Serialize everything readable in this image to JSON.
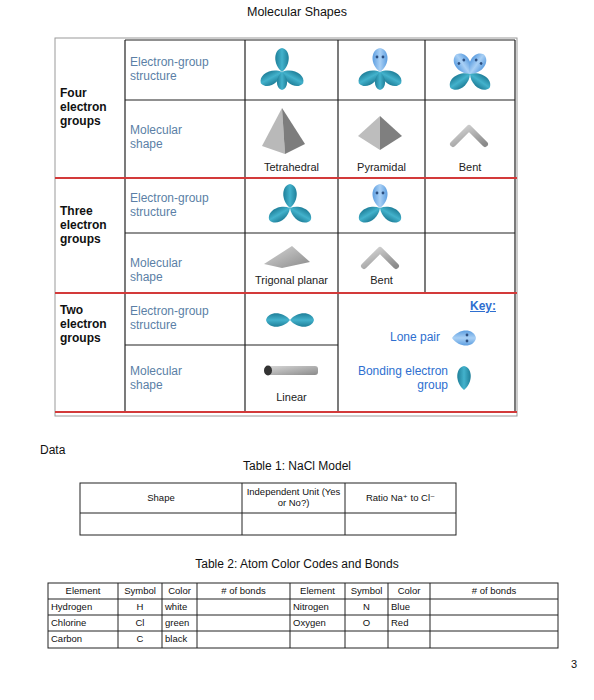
{
  "diagram": {
    "title": "Molecular Shapes",
    "labels": [
      "Four electron groups",
      "Electron-group structure",
      "Molecular shape",
      "Tetrahedral",
      "Pyramidal",
      "Bent",
      "Three electron groups",
      "Electron-group structure",
      "Molecular shape",
      "Trigonal planar",
      "Bent",
      "Two electron groups",
      "Electron-group structure",
      "Molecular shape",
      "Linear",
      "Key:",
      "Data",
      "Table 1: NaCl Model",
      "Shape",
      "Independent Unit (Yes or No?)",
      "Ratio Na⁺ to Cl⁻",
      "Table 2: Atom Color Codes and Bonds",
      "Element",
      "Symbol",
      "Color",
      "# of bonds",
      "Element",
      "Symbol",
      "Color",
      "# of bonds",
      "Hydrogen",
      "H",
      "white",
      "Nitrogen",
      "N",
      "Blue",
      "Chlorine",
      "Cl",
      "green",
      "Oxygen",
      "O",
      "Red",
      "Carbon",
      "C",
      "black",
      "3"
    ],
    "legend": [
      {
        "text": "Lone pair"
      },
      {
        "text": "Bonding electron group"
      }
    ]
  }
}
